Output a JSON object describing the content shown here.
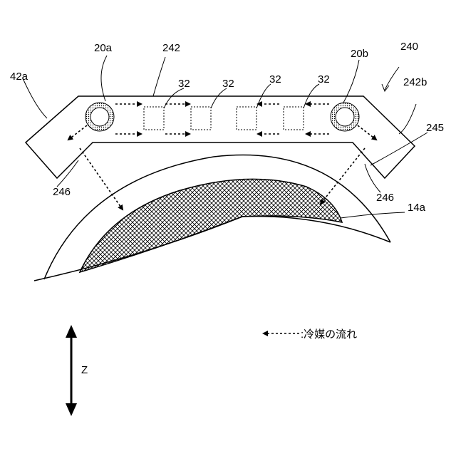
{
  "labels": {
    "ref_240": "240",
    "ref_242": "242",
    "ref_242b": "242b",
    "ref_42a": "42a",
    "ref_20a": "20a",
    "ref_20b": "20b",
    "ref_32_a": "32",
    "ref_32_b": "32",
    "ref_32_c": "32",
    "ref_32_d": "32",
    "ref_245": "245",
    "ref_246_left": "246",
    "ref_246_right": "246",
    "ref_14a": "14a"
  },
  "legend": {
    "text": ":冷媒の流れ"
  },
  "axis": {
    "label": "Z"
  },
  "colors": {
    "line": "#000000",
    "hatch": "#000000",
    "background": "#ffffff"
  }
}
